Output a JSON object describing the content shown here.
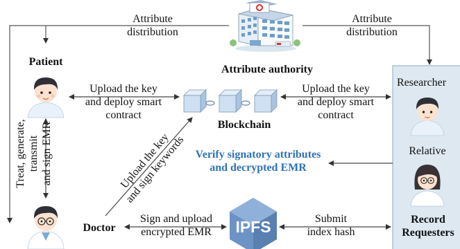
{
  "labels": {
    "attr_dist_left": [
      "Attribute",
      "distribution"
    ],
    "attr_dist_right": [
      "Attribute",
      "distribution"
    ],
    "attribute_authority": "Attribute authority",
    "patient": "Patient",
    "doctor": "Doctor",
    "blockchain": "Blockchain",
    "upload_left": [
      "Upload the key",
      "and deploy smart",
      "contract"
    ],
    "upload_right": [
      "Upload the key",
      "and deploy smart",
      "contract"
    ],
    "verify": [
      "Verify signatory attributes",
      "and decrypted EMR"
    ],
    "treat": [
      "Treat, generate,",
      "transmit",
      "and sign EMR"
    ],
    "upload_sign": [
      "Upload the key",
      "and sign keywords"
    ],
    "sign_upload": [
      "Sign and upload",
      "encrypted EMR"
    ],
    "submit": [
      "Submit",
      "index hash"
    ],
    "researcher": "Researcher",
    "relative": "Relative",
    "record_requesters": [
      "Record",
      "Requesters"
    ],
    "ipfs": "IPFS"
  },
  "colors": {
    "accent_blue": "#2e72b8",
    "requester_panel": "#dde8f1",
    "block_face": "#cfe0f3",
    "ipfs_blue": "#6d93c5"
  },
  "icons": [
    "hospital-icon",
    "patient-avatar-icon",
    "doctor-avatar-icon",
    "researcher-avatar-icon",
    "relative-avatar-icon",
    "blockchain-icon",
    "ipfs-icon"
  ]
}
